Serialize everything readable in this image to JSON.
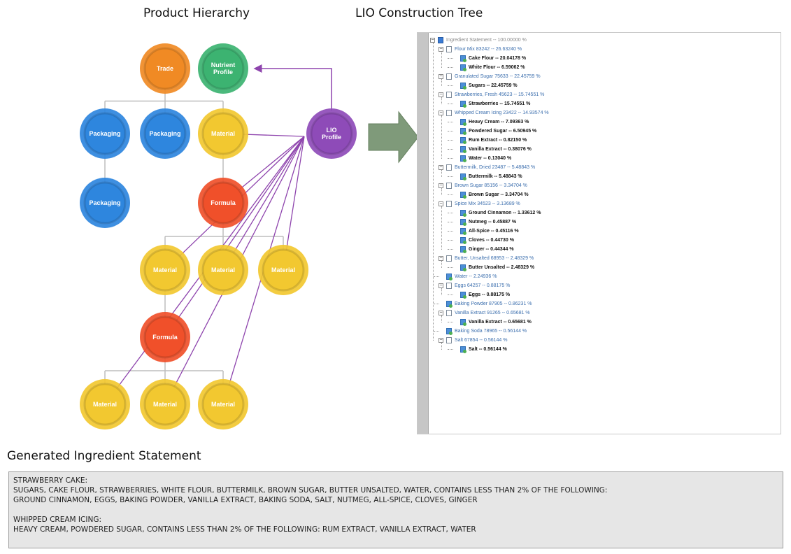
{
  "headings": {
    "hierarchy": "Product Hierarchy",
    "tree": "LIO Construction Tree",
    "statement": "Generated Ingredient Statement"
  },
  "nodes": {
    "trade": "Trade",
    "nutrient": "Nutrient Profile",
    "lio": "LIO Profile",
    "packaging": "Packaging",
    "material": "Material",
    "formula": "Formula"
  },
  "colors": {
    "trade": "#f08a24",
    "nutrient": "#3cb371",
    "lio": "#8e4bb8",
    "packaging": "#2e86de",
    "material": "#f2c830",
    "formula": "#f0502a",
    "connector": "#8e44ad",
    "arrow": "#7f9a7a"
  },
  "tree": [
    {
      "level": 0,
      "icon": "root",
      "label": "Ingredient Statement -- 100.00000 %"
    },
    {
      "level": 1,
      "icon": "doc",
      "label": "Flour Mix 83242 -- 26.63240 %"
    },
    {
      "level": 2,
      "icon": "ing",
      "label": "Cake Flour -- 20.04178 %"
    },
    {
      "level": 2,
      "icon": "ing",
      "label": "White Flour -- 6.59062 %"
    },
    {
      "level": 1,
      "icon": "doc",
      "label": "Granulated Sugar 75633 -- 22.45759 %"
    },
    {
      "level": 2,
      "icon": "ing",
      "label": "Sugars -- 22.45759 %"
    },
    {
      "level": 1,
      "icon": "doc",
      "label": "Strawberries, Fresh 45623 -- 15.74551 %"
    },
    {
      "level": 2,
      "icon": "ing",
      "label": "Strawberries -- 15.74551 %"
    },
    {
      "level": 1,
      "icon": "doc",
      "label": "Whipped Cream Icing 23422 -- 14.93574 %"
    },
    {
      "level": 2,
      "icon": "ing",
      "label": "Heavy Cream -- 7.09363 %"
    },
    {
      "level": 2,
      "icon": "ing",
      "label": "Powdered Sugar -- 6.50945 %"
    },
    {
      "level": 2,
      "icon": "ing",
      "label": "Rum Extract -- 0.82150 %"
    },
    {
      "level": 2,
      "icon": "ing",
      "label": "Vanilla Extract -- 0.38076 %"
    },
    {
      "level": 2,
      "icon": "ing",
      "label": "Water -- 0.13040 %"
    },
    {
      "level": 1,
      "icon": "doc",
      "label": "Buttermilk, Dried 23487 -- 5.48843 %"
    },
    {
      "level": 2,
      "icon": "ing",
      "label": "Buttermilk -- 5.48843 %"
    },
    {
      "level": 1,
      "icon": "doc",
      "label": "Brown Sugar 85156 -- 3.34704 %"
    },
    {
      "level": 2,
      "icon": "ing",
      "label": "Brown Sugar -- 3.34704 %"
    },
    {
      "level": 1,
      "icon": "doc",
      "label": "Spice Mix 34523 -- 3.13689 %"
    },
    {
      "level": 2,
      "icon": "ing",
      "label": "Ground Cinnamon -- 1.33612 %"
    },
    {
      "level": 2,
      "icon": "ing",
      "label": "Nutmeg -- 0.45887 %"
    },
    {
      "level": 2,
      "icon": "ing",
      "label": "All-Spice -- 0.45116 %"
    },
    {
      "level": 2,
      "icon": "ing",
      "label": "Cloves -- 0.44730 %"
    },
    {
      "level": 2,
      "icon": "ing",
      "label": "Ginger -- 0.44344 %"
    },
    {
      "level": 1,
      "icon": "doc",
      "label": "Butter, Unsalted 68953 -- 2.48329 %"
    },
    {
      "level": 2,
      "icon": "ing",
      "label": "Butter Unsalted -- 2.48329 %"
    },
    {
      "level": 1,
      "icon": "ing",
      "label": "Water -- 2.24936 %"
    },
    {
      "level": 1,
      "icon": "doc",
      "label": "Eggs 64257 -- 0.88175 %"
    },
    {
      "level": 2,
      "icon": "ing",
      "label": "Eggs -- 0.88175 %"
    },
    {
      "level": 1,
      "icon": "ing",
      "label": "Baking Powder 87905 -- 0.86231 %"
    },
    {
      "level": 1,
      "icon": "doc",
      "label": "Vanilla Extract 91265 -- 0.65681 %"
    },
    {
      "level": 2,
      "icon": "ing",
      "label": "Vanilla Extract -- 0.65681 %"
    },
    {
      "level": 1,
      "icon": "ing",
      "label": "Baking Soda 78965 -- 0.56144 %"
    },
    {
      "level": 1,
      "icon": "doc",
      "label": "Salt 67854 -- 0.56144 %"
    },
    {
      "level": 2,
      "icon": "ing",
      "label": "Salt -- 0.56144 %"
    }
  ],
  "statement": {
    "cake_title": "STRAWBERRY CAKE:",
    "cake_line1": "SUGARS, CAKE FLOUR, STRAWBERRIES, WHITE FLOUR, BUTTERMILK, BROWN SUGAR, BUTTER UNSALTED, WATER, CONTAINS LESS THAN 2% OF THE FOLLOWING:",
    "cake_line2": "GROUND CINNAMON, EGGS, BAKING POWDER, VANILLA EXTRACT, BAKING SODA, SALT, NUTMEG, ALL-SPICE, CLOVES, GINGER",
    "icing_title": "WHIPPED CREAM ICING:",
    "icing_line1": "HEAVY CREAM, POWDERED SUGAR, CONTAINS LESS THAN 2% OF THE FOLLOWING: RUM EXTRACT, VANILLA EXTRACT, WATER"
  }
}
